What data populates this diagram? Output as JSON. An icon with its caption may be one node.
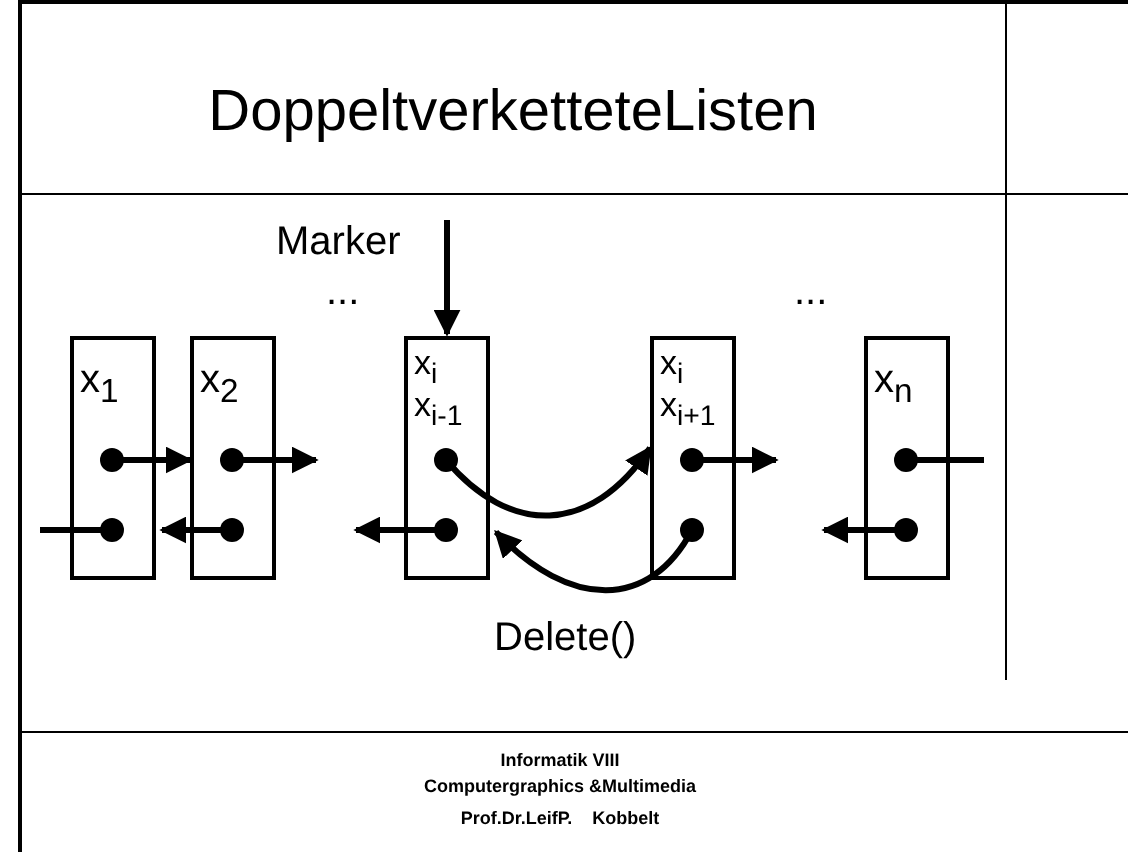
{
  "diagram": {
    "title": "DoppeltverketteteListen",
    "nodes": [
      {
        "text": [
          "x$_{1}$"
        ]
      },
      {
        "text": [
          "x$_{2}$"
        ]
      },
      {
        "text": [
          "x$_{i}$",
          "x$_{i-1}$"
        ]
      },
      {
        "text": [
          "x$_{i}$",
          "x$_{i+1}$"
        ]
      },
      {
        "text": [
          "x$_{n}$"
        ]
      },
      {
        "text": [
          "Marker"
        ]
      }
    ],
    "edges": [
      {
        "from": 0,
        "to": 1,
        "arrow": "to"
      },
      {
        "from": 1,
        "to": null,
        "arrow": "to"
      },
      {
        "from": 2,
        "to": 3,
        "arrow": "to"
      },
      {
        "from": 3,
        "to": null,
        "arrow": "to"
      },
      {
        "from": 4,
        "to": null,
        "arrow": "other"
      },
      {
        "from": 0,
        "to": null,
        "arrow": "other"
      },
      {
        "from": 1,
        "to": 0,
        "arrow": "to"
      },
      {
        "from": 2,
        "to": null,
        "arrow": "to"
      },
      {
        "from": 3,
        "to": 2,
        "arrow": "to"
      },
      {
        "from": 4,
        "to": null,
        "arrow": "to"
      },
      {
        "from": 5,
        "to": 2,
        "arrow": "to"
      }
    ],
    "labels": [
      "...",
      "...",
      "Delete()",
      "Informatik VIII",
      "Computergraphics &Multimedia",
      "Prof.Dr.LeifP.    Kobbelt"
    ]
  }
}
